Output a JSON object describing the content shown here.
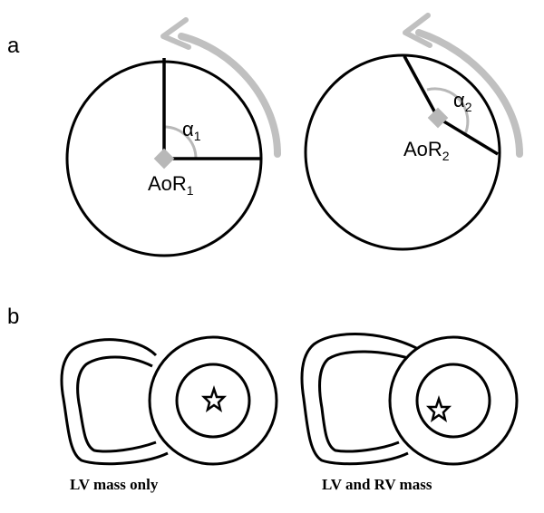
{
  "panel_a": {
    "letter": "a",
    "left": {
      "alpha_base": "α",
      "alpha_sub": "1",
      "label_base": "AoR",
      "label_sub": "1"
    },
    "right": {
      "alpha_base": "α",
      "alpha_sub": "2",
      "label_base": "AoR",
      "label_sub": "2"
    }
  },
  "panel_b": {
    "letter": "b",
    "left_caption": "LV mass only",
    "right_caption": "LV and RV mass"
  },
  "colors": {
    "stroke": "#000000",
    "arrow": "#c0c0c0",
    "marker": "#b8b8b8"
  }
}
